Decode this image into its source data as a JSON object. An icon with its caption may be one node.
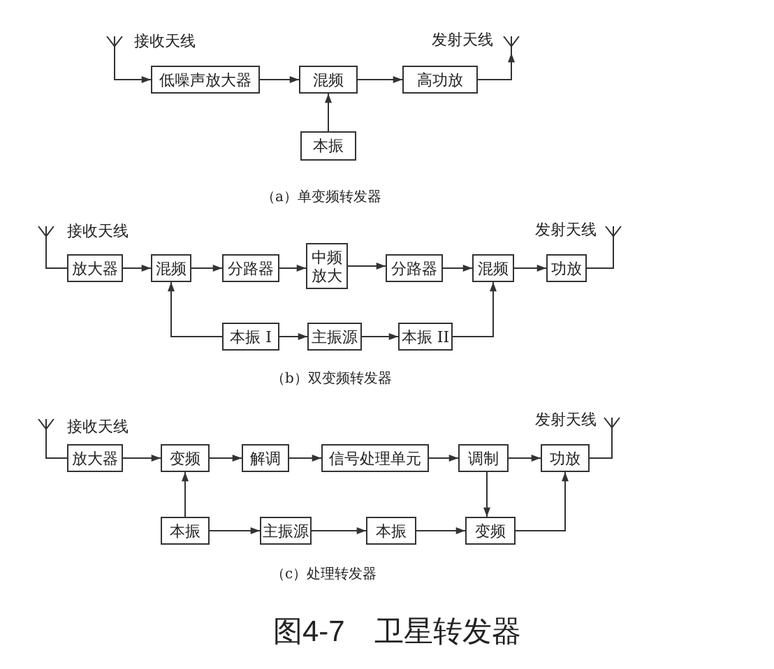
{
  "diagram": {
    "caption": "图4-7　卫星转发器",
    "nodes": [
      {
        "text": [],
        "shape": "antenna",
        "beside": [
          "接收天线"
        ]
      },
      {
        "text": [
          "低噪声放大器"
        ]
      },
      {
        "text": [
          "混频"
        ]
      },
      {
        "text": [
          "高功放"
        ]
      },
      {
        "text": [],
        "shape": "antenna",
        "beside": [
          "发射天线"
        ]
      },
      {
        "text": [
          "本振"
        ]
      },
      {
        "text": [],
        "shape": "antenna",
        "beside": [
          "接收天线"
        ]
      },
      {
        "text": [
          "放大器"
        ]
      },
      {
        "text": [
          "混频"
        ]
      },
      {
        "text": [
          "分路器"
        ]
      },
      {
        "text": [
          "中频放大"
        ]
      },
      {
        "text": [
          "分路器"
        ]
      },
      {
        "text": [
          "混频"
        ]
      },
      {
        "text": [
          "功放"
        ]
      },
      {
        "text": [],
        "shape": "antenna",
        "beside": [
          "发射天线"
        ]
      },
      {
        "text": [
          "本振 I"
        ]
      },
      {
        "text": [
          "主振源"
        ]
      },
      {
        "text": [
          "本振 II"
        ]
      },
      {
        "text": [],
        "shape": "antenna",
        "beside": [
          "接收天线"
        ]
      },
      {
        "text": [
          "放大器"
        ]
      },
      {
        "text": [
          "变频"
        ]
      },
      {
        "text": [
          "解调"
        ]
      },
      {
        "text": [
          "信号处理单元"
        ]
      },
      {
        "text": [
          "调制"
        ]
      },
      {
        "text": [
          "功放"
        ]
      },
      {
        "text": [],
        "shape": "antenna",
        "beside": [
          "发射天线"
        ]
      },
      {
        "text": [
          "本振"
        ]
      },
      {
        "text": [
          "主振源"
        ]
      },
      {
        "text": [
          "本振"
        ]
      },
      {
        "text": [
          "变频"
        ]
      }
    ],
    "edges": [
      {
        "from": 0,
        "to": 1,
        "arrow": "to"
      },
      {
        "from": 1,
        "to": 2,
        "arrow": "to"
      },
      {
        "from": 2,
        "to": 3,
        "arrow": "to"
      },
      {
        "from": 3,
        "to": 4,
        "arrow": "to"
      },
      {
        "from": 5,
        "to": 2,
        "arrow": "to"
      },
      {
        "from": 6,
        "to": 7,
        "arrow": "none"
      },
      {
        "from": 7,
        "to": 8,
        "arrow": "to"
      },
      {
        "from": 8,
        "to": 9,
        "arrow": "to"
      },
      {
        "from": 9,
        "to": 10,
        "arrow": "to"
      },
      {
        "from": 10,
        "to": 11,
        "arrow": "to"
      },
      {
        "from": 11,
        "to": 12,
        "arrow": "to"
      },
      {
        "from": 12,
        "to": 13,
        "arrow": "to"
      },
      {
        "from": 13,
        "to": 14,
        "arrow": "none"
      },
      {
        "from": 15,
        "to": 8,
        "arrow": "to"
      },
      {
        "from": 15,
        "to": 16,
        "arrow": "to"
      },
      {
        "from": 16,
        "to": 17,
        "arrow": "to"
      },
      {
        "from": 17,
        "to": 12,
        "arrow": "to"
      },
      {
        "from": 18,
        "to": 19,
        "arrow": "none"
      },
      {
        "from": 19,
        "to": 20,
        "arrow": "to"
      },
      {
        "from": 20,
        "to": 21,
        "arrow": "to"
      },
      {
        "from": 21,
        "to": 22,
        "arrow": "to"
      },
      {
        "from": 22,
        "to": 23,
        "arrow": "to"
      },
      {
        "from": 23,
        "to": 24,
        "arrow": "to"
      },
      {
        "from": 24,
        "to": 25,
        "arrow": "none"
      },
      {
        "from": 26,
        "to": 20,
        "arrow": "to"
      },
      {
        "from": 26,
        "to": 27,
        "arrow": "to"
      },
      {
        "from": 27,
        "to": 28,
        "arrow": "to"
      },
      {
        "from": 28,
        "to": 29,
        "arrow": "to"
      },
      {
        "from": 23,
        "to": 29,
        "arrow": "to"
      },
      {
        "from": 29,
        "to": 24,
        "arrow": "to"
      }
    ],
    "labels": [
      "（a）单变频转发器",
      "（b）双变频转发器",
      "（c）处理转发器"
    ]
  }
}
